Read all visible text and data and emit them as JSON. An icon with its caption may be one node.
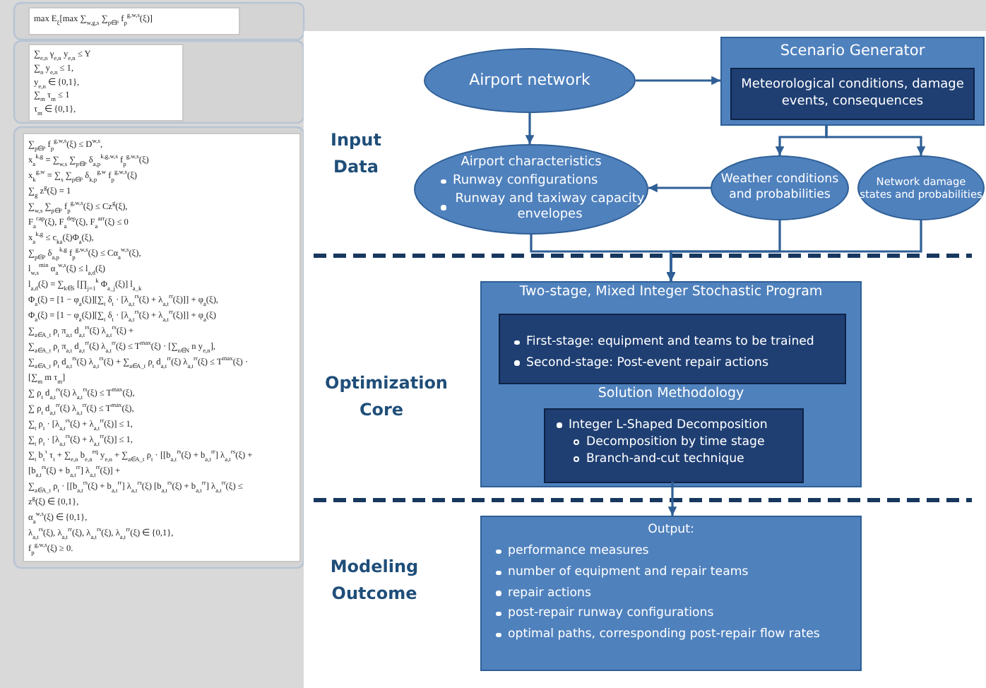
{
  "diagram": {
    "nodes": [
      {
        "text": [
          "max E$_{ξ}$[max ∑$_{w,g,s}$ ∑$_{p∈P}$ f$_{p}$$^{g,w,s}$(ξ)]"
        ]
      },
      {
        "text": [
          "∑$_{e,n}$ γ$_{e,n}$ y$_{e,n}$ ≤ Y",
          "∑$_{n}$ y$_{e,n}$ ≤ 1,",
          "y$_{e,n}$ ∈ {0,1},",
          "∑$_{m}$ τ$_{m}$ ≤ 1",
          "τ$_{m}$ ∈ {0,1},"
        ]
      },
      {
        "text": [
          "∑$_{p∈P}$ f$_{p}$$^{g,w,s}$(ξ) ≤ D$^{w,s}$,",
          "x$_{a}$$^{k,g}$ = ∑$_{w,s}$ ∑$_{p∈P}$ δ$_{a,p}$$^{k,g,w,s}$ f$_{p}$$^{g,w,s}$(ξ)",
          "x$_{k}$$^{g,w}$ = ∑$_{s}$ ∑$_{p∈P}$ δ$_{k,p}$$^{g,w}$ f$_{p}$$^{g,w,s}$(ξ)",
          "∑$_{g}$ z$^{g}$(ξ) = 1",
          "∑$_{w,s}$ ∑$_{p∈P}$ f$_{p}$$^{g,w,s}$(ξ) ≤ Cz$^{g}$(ξ),",
          "F$_{a}$$^{cap}$(ξ), F$_{a}$$^{dep}$(ξ), F$_{a}$$^{arr}$(ξ) ≤ 0",
          "x$_{a}$$^{k,g}$ ≤ c$_{ka}$(ξ)Φ$_{a}$(ξ),",
          "∑$_{p∈P}$ δ$_{a,p}$$^{k,g}$ f$_{p}$$^{g,w,s}$(ξ) ≤ Cα$_{a}$$^{w,s}$(ξ),",
          "l$_{w,s}$$^{min}$ α$_{a}$$^{w,s}$(ξ) ≤ l$_{a,d}$(ξ)",
          "l$_{a,d}$(ξ) = ∑$_{k∈S}$ [∏$_{j=1}$$^{k}$ Φ$_{a_j}$(ξ)] l$_{a_k}$",
          "Φ$_{a}$(ξ) = [1 − φ$_{a}$(ξ)][∑$_{t}$ δ$_{t}$ · [λ$_{a,t}$$^{rs}$(ξ) + λ$_{a,t}$$^{rr}$(ξ)]] + φ$_{a}$(ξ),",
          "Φ$_{a}$(ξ) = [1 − φ$_{a}$(ξ)][∑$_{t}$ δ$_{t}$ · [λ$_{a,t}$$^{rs}$(ξ) + λ$_{a,t}$$^{rr}$(ξ)]] + φ$_{a}$(ξ)",
          "∑$_{a∈A_t}$ ρ$_{t}$ π$_{a,t}$ d$_{a,t}$$^{rs}$(ξ) λ$_{a,t}$$^{rs}$(ξ) +",
          "∑$_{a∈A_t}$ ρ$_{t}$ π$_{a,t}$ d$_{a,t}$$^{rr}$(ξ) λ$_{a,t}$$^{rr}$(ξ) ≤ T$^{max}$(ξ) · [∑$_{n∈N}$ n y$_{e,n}$],",
          "∑$_{a∈A_t}$ ρ$_{t}$ d$_{a,t}$$^{rs}$(ξ) λ$_{a,t}$$^{rs}$(ξ) + ∑$_{a∈A_t}$ ρ$_{t}$ d$_{a,t}$$^{rr}$(ξ) λ$_{a,t}$$^{rr}$(ξ) ≤ T$^{max}$(ξ) ·",
          "[∑$_{m}$ m τ$_{m}$]",
          "∑ ρ$_{t}$ d$_{a,t}$$^{rs}$(ξ) λ$_{a,t}$$^{rs}$(ξ) ≤ T$^{max}$(ξ),",
          "∑ ρ$_{t}$ d$_{a,t}$$^{rr}$(ξ) λ$_{a,t}$$^{rr}$(ξ) ≤ T$^{max}$(ξ),",
          "∑$_{t}$ ρ$_{t}$ · [λ$_{a,t}$$^{rs}$(ξ) + λ$_{a,t}$$^{rr}$(ξ)] ≤ 1,",
          "∑$_{t}$ ρ$_{t}$ · [λ$_{a,t}$$^{rs}$(ξ) + λ$_{a,t}$$^{rr}$(ξ)] ≤ 1,",
          "∑$_{t}$ b$_{t}$$^{τ}$ τ$_{t}$ + ∑$_{e,n}$ b$_{e,n}$$^{eq}$ y$_{e,n}$ + ∑$_{a∈A_t}$ ρ$_{t}$ · [[b$_{a,t}$$^{rs}$(ξ) + b$_{a,t}$$^{rr}$] λ$_{a,t}$$^{rs}$(ξ) +",
          "[b$_{a,t}$$^{rs}$(ξ) + b$_{a,t}$$^{rr}$] λ$_{a,t}$$^{rr}$(ξ)] +",
          "∑$_{a∈A_t}$ ρ$_{t}$ · [[b$_{a,t}$$^{rs}$(ξ) + b$_{a,t}$$^{rr}$] λ$_{a,t}$$^{rs}$(ξ) [b$_{a,t}$$^{rs}$(ξ) + b$_{a,t}$$^{rr}$] λ$_{a,t}$$^{rr}$(ξ) ≤",
          "z$^{g}$(ξ) ∈ {0,1},",
          "α$_{a}$$^{w,s}$(ξ) ∈ {0,1},",
          "λ$_{a,t}$$^{rs}$(ξ), λ$_{a,t}$$^{rr}$(ξ), λ$_{a,t}$$^{rs}$(ξ), λ$_{a,t}$$^{rr}$(ξ) ∈ {0,1},",
          "f$_{p}$$^{g,w,s}$(ξ) ≥ 0."
        ]
      },
      {
        "text": [
          "Airport network"
        ]
      },
      {
        "text": [
          "Scenario Generator"
        ]
      },
      {
        "text": [
          "Meteorological conditions, damage events, consequences"
        ],
        "in": 4
      },
      {
        "text": [
          "Airport characteristics",
          "Runway configurations",
          "Runway and taxiway capacity envelopes"
        ]
      },
      {
        "text": [
          "Weather conditions and probabilities"
        ]
      },
      {
        "text": [
          "Network damage states and probabilities"
        ]
      },
      {
        "text": [
          "Two-stage, Mixed Integer Stochastic Program",
          "Solution Methodology"
        ]
      },
      {
        "text": [
          "First-stage: equipment and teams to be trained",
          "Second-stage: Post-event repair actions"
        ],
        "in": 9
      },
      {
        "text": [
          "Integer L-Shaped Decomposition",
          "Decomposition by time stage",
          "Branch-and-cut technique"
        ],
        "in": 9
      },
      {
        "text": [
          "Output:",
          "performance measures",
          "number of equipment and repair teams",
          "repair actions",
          "post-repair runway configurations",
          "optimal paths, corresponding post-repair flow rates"
        ]
      }
    ],
    "edges": [
      {
        "from": 3,
        "to": 4,
        "arrow": "to"
      },
      {
        "from": 3,
        "to": 6,
        "arrow": "to"
      },
      {
        "from": 4,
        "to": 7,
        "arrow": "to"
      },
      {
        "from": 4,
        "to": 8,
        "arrow": "to"
      },
      {
        "from": 7,
        "to": 6,
        "arrow": "to"
      },
      {
        "from": 6,
        "to": 9,
        "arrow": "to"
      },
      {
        "from": 7,
        "to": 9,
        "arrow": "to"
      },
      {
        "from": 8,
        "to": 9,
        "arrow": "to"
      },
      {
        "from": 11,
        "to": 12,
        "arrow": "to"
      }
    ],
    "labels": [
      "Input Data",
      "Optimization Core",
      "Modeling Outcome"
    ]
  }
}
